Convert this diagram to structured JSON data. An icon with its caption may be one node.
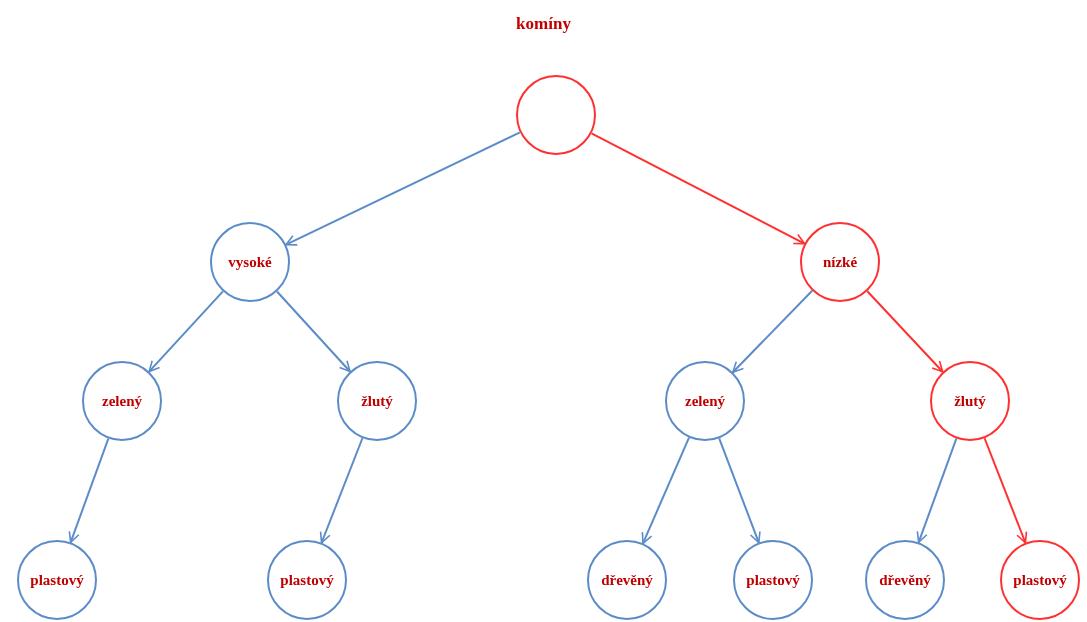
{
  "diagram": {
    "title": "komíny",
    "nodes": [
      {
        "text": [],
        "shape": "circle"
      },
      {
        "text": [
          "vysoké"
        ]
      },
      {
        "text": [
          "nízké"
        ]
      },
      {
        "text": [
          "zelený"
        ]
      },
      {
        "text": [
          "žlutý"
        ]
      },
      {
        "text": [
          "zelený"
        ]
      },
      {
        "text": [
          "žlutý"
        ]
      },
      {
        "text": [
          "plastový"
        ]
      },
      {
        "text": [
          "plastový"
        ]
      },
      {
        "text": [
          "dřevěný"
        ]
      },
      {
        "text": [
          "plastový"
        ]
      },
      {
        "text": [
          "dřevěný"
        ]
      },
      {
        "text": [
          "plastový"
        ]
      }
    ],
    "edges": [
      {
        "from": 0,
        "to": 1,
        "arrow": "to"
      },
      {
        "from": 0,
        "to": 2,
        "arrow": "to",
        "color": "#ff3030"
      },
      {
        "from": 1,
        "to": 3,
        "arrow": "to"
      },
      {
        "from": 1,
        "to": 4,
        "arrow": "to"
      },
      {
        "from": 2,
        "to": 5,
        "arrow": "to"
      },
      {
        "from": 2,
        "to": 6,
        "arrow": "to",
        "color": "#ff3030"
      },
      {
        "from": 3,
        "to": 7,
        "arrow": "to"
      },
      {
        "from": 4,
        "to": 8,
        "arrow": "to"
      },
      {
        "from": 5,
        "to": 9,
        "arrow": "to"
      },
      {
        "from": 5,
        "to": 10,
        "arrow": "to"
      },
      {
        "from": 6,
        "to": 11,
        "arrow": "to"
      },
      {
        "from": 6,
        "to": 12,
        "arrow": "to",
        "color": "#ff3030"
      }
    ]
  }
}
